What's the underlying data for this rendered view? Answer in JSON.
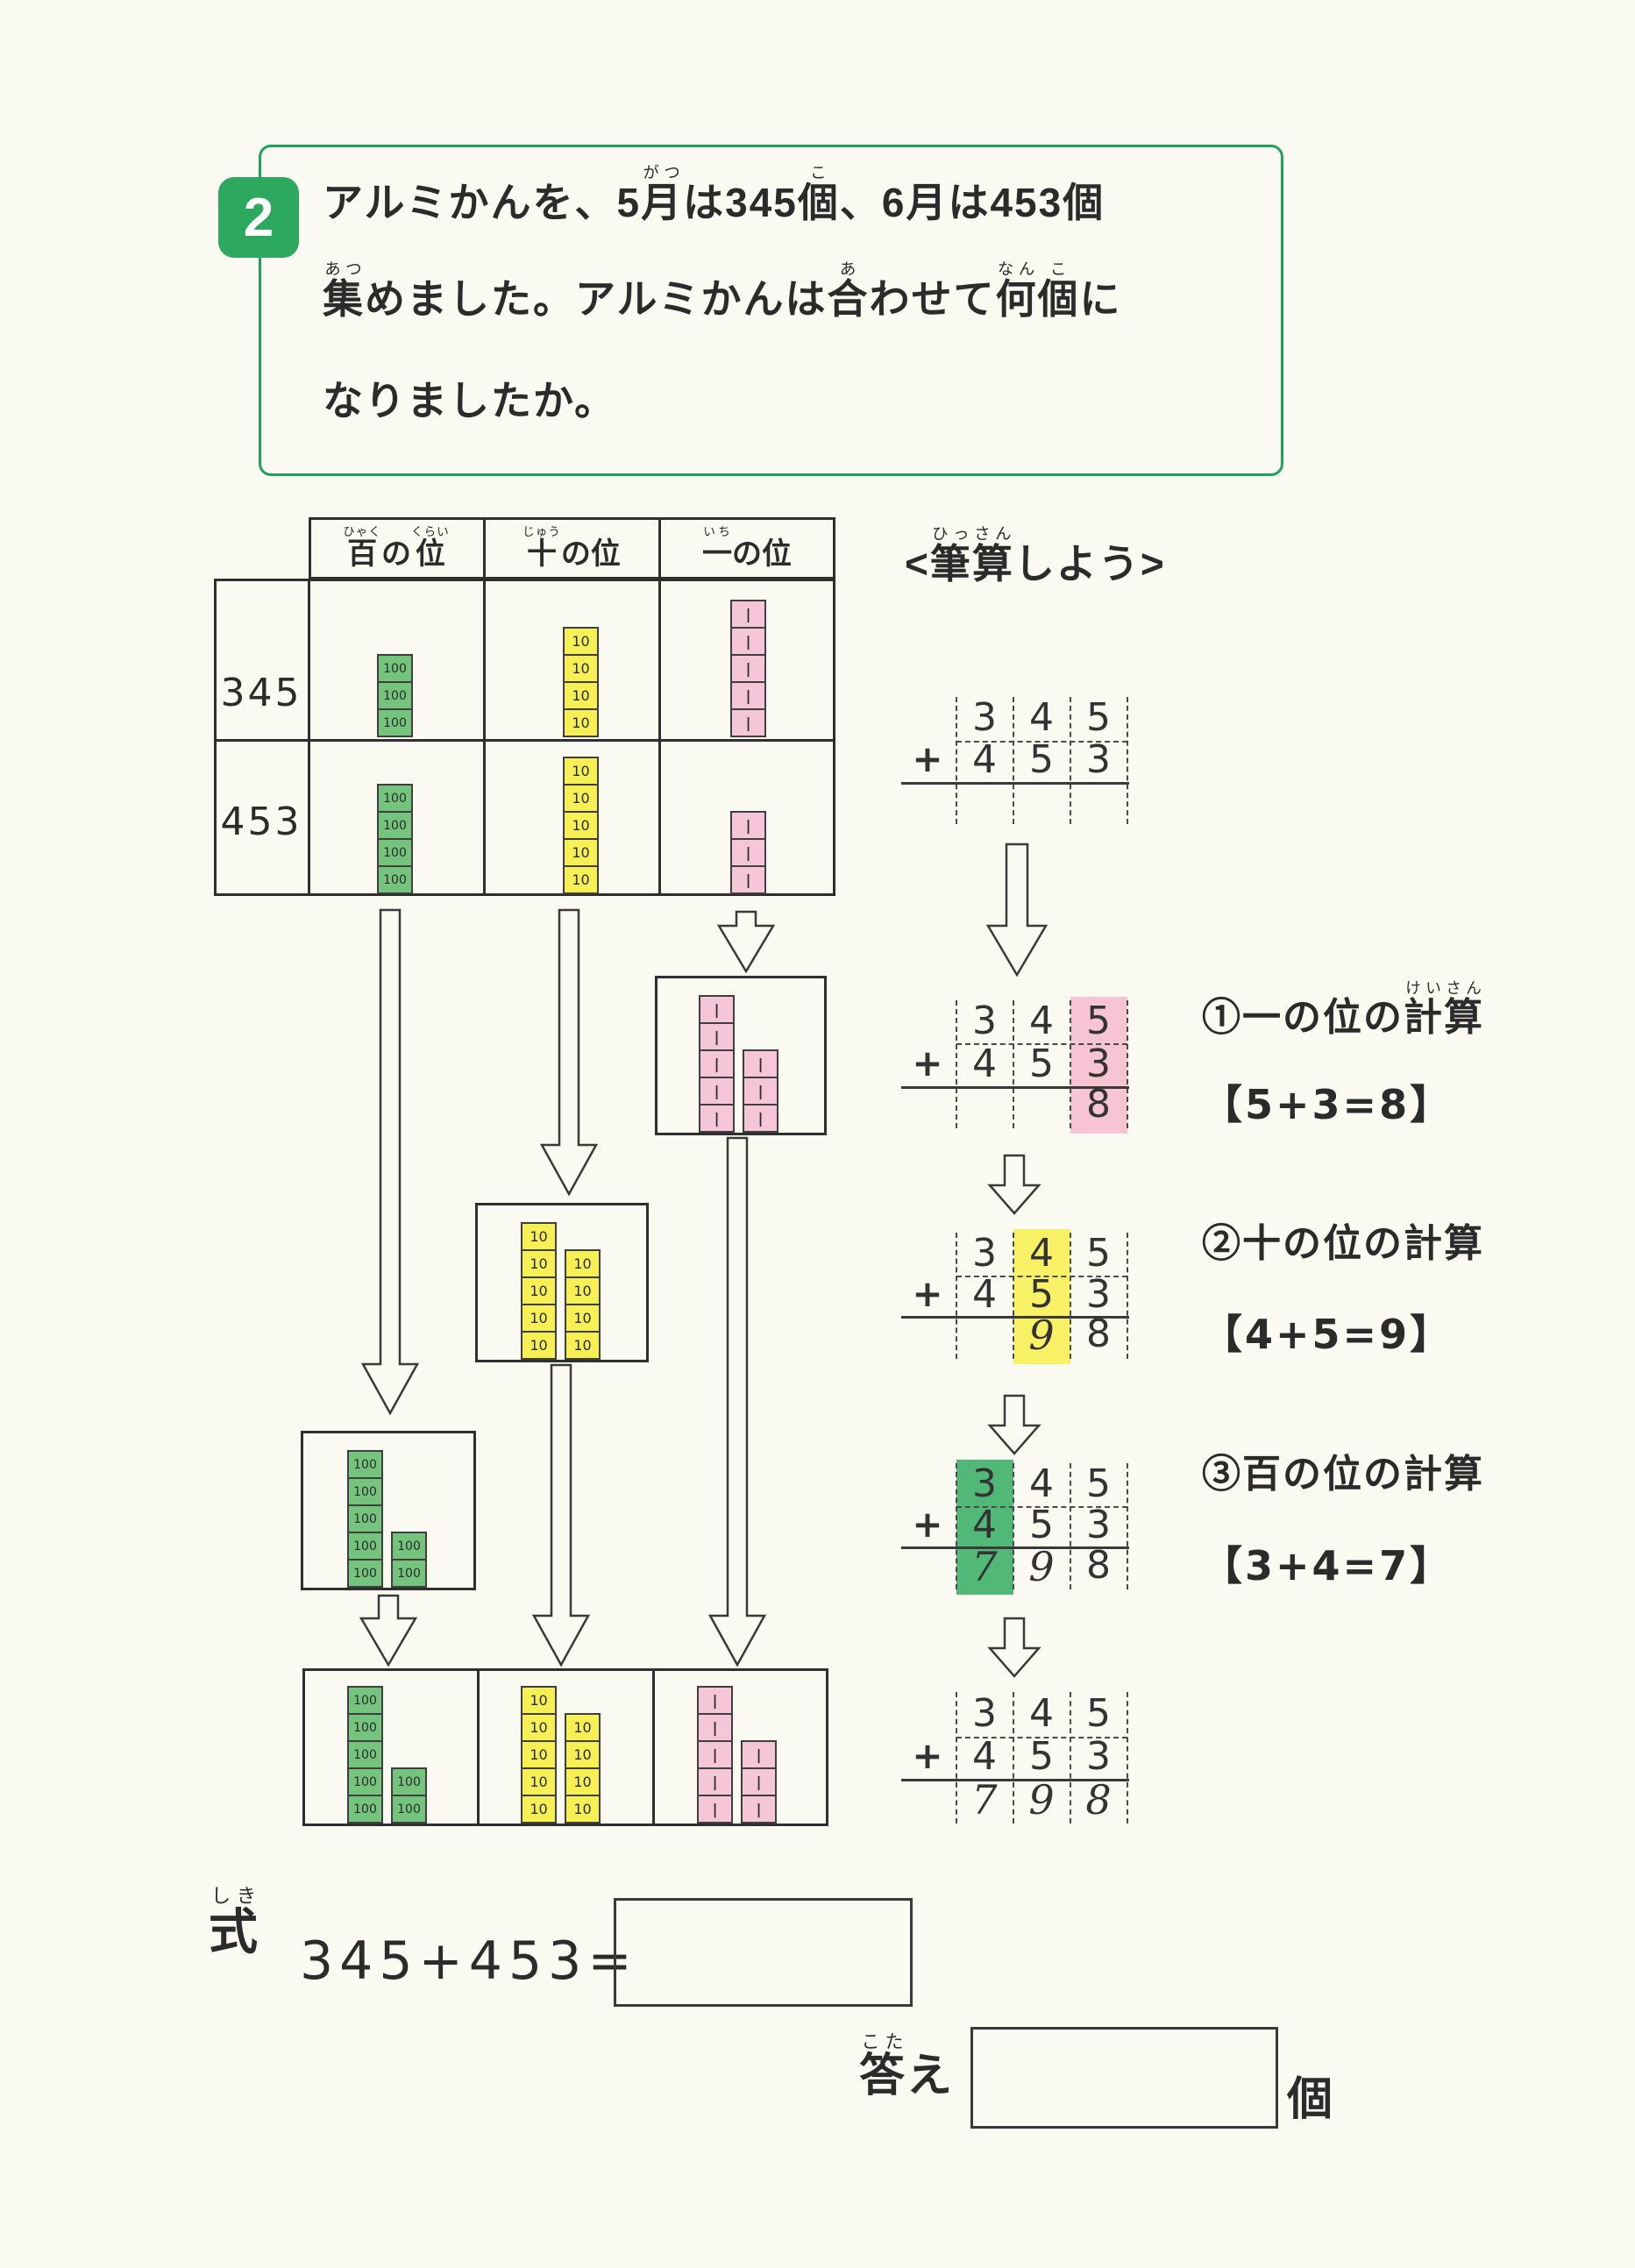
{
  "page": {
    "background": "#fbfaf2"
  },
  "problem": {
    "badge": "2",
    "border_color": "#1ea35e",
    "badge_color": "#2ca95e",
    "lines": [
      {
        "segments": [
          {
            "t": "アルミかんを、5"
          },
          {
            "t": "月",
            "r": "がつ"
          },
          {
            "t": "は345"
          },
          {
            "t": "個",
            "r": "こ"
          },
          {
            "t": "、6月は453個"
          }
        ]
      },
      {
        "segments": [
          {
            "t": "集",
            "r": "あつ"
          },
          {
            "t": "めました。アルミかんは"
          },
          {
            "t": "合",
            "r": "あ"
          },
          {
            "t": "わせて"
          },
          {
            "t": "何",
            "r": "なん"
          },
          {
            "t": "個",
            "r": "こ"
          },
          {
            "t": "に"
          }
        ]
      },
      {
        "segments": [
          {
            "t": "なりましたか。"
          }
        ]
      }
    ]
  },
  "place_table": {
    "headers": [
      {
        "segments": [
          {
            "t": "百",
            "r": "ひゃく"
          },
          {
            "t": "の"
          },
          {
            "t": "位",
            "r": "くらい"
          }
        ]
      },
      {
        "segments": [
          {
            "t": "十",
            "r": "じゅう"
          },
          {
            "t": "の位"
          }
        ]
      },
      {
        "segments": [
          {
            "t": "一",
            "r": "いち"
          },
          {
            "t": "の位"
          }
        ]
      }
    ],
    "rows": [
      {
        "label": "345",
        "hundreds": 3,
        "tens": 4,
        "ones": 5
      },
      {
        "label": "453",
        "hundreds": 4,
        "tens": 5,
        "ones": 3
      }
    ]
  },
  "blocks": {
    "hundred_label": "100",
    "ten_label": "10",
    "one_label": "|",
    "green": "#74c47e",
    "yellow": "#f6f055",
    "pink": "#f4c6d7"
  },
  "regroup": {
    "ones": {
      "stacks": [
        5,
        3
      ]
    },
    "tens": {
      "stacks": [
        5,
        4
      ]
    },
    "hundreds": {
      "stacks": [
        5,
        2
      ]
    },
    "final": {
      "hundreds": [
        5,
        2
      ],
      "tens": [
        5,
        4
      ],
      "ones": [
        5,
        3
      ]
    }
  },
  "hissan": {
    "heading": {
      "open": "<",
      "segments": [
        {
          "t": "筆算",
          "r": "ひっさん"
        },
        {
          "t": "しよう"
        }
      ],
      "close": ">"
    },
    "plus": "+",
    "highlight_colors": {
      "hundreds": "#52b878",
      "tens": "#f8f165",
      "ones": "#f6c4d3"
    },
    "grids": [
      {
        "row1": [
          "3",
          "4",
          "5"
        ],
        "row2": [
          "4",
          "5",
          "3"
        ],
        "sum": null,
        "sum_hw": null,
        "highlight": null
      },
      {
        "row1": [
          "3",
          "4",
          "5"
        ],
        "row2": [
          "4",
          "5",
          "3"
        ],
        "sum": [
          "",
          "",
          "8"
        ],
        "sum_hw": [
          false,
          false,
          false
        ],
        "highlight": "ones"
      },
      {
        "row1": [
          "3",
          "4",
          "5"
        ],
        "row2": [
          "4",
          "5",
          "3"
        ],
        "sum": [
          "",
          "9",
          "8"
        ],
        "sum_hw": [
          false,
          true,
          false
        ],
        "highlight": "tens"
      },
      {
        "row1": [
          "3",
          "4",
          "5"
        ],
        "row2": [
          "4",
          "5",
          "3"
        ],
        "sum": [
          "7",
          "9",
          "8"
        ],
        "sum_hw": [
          true,
          true,
          false
        ],
        "highlight": "hundreds"
      },
      {
        "row1": [
          "3",
          "4",
          "5"
        ],
        "row2": [
          "4",
          "5",
          "3"
        ],
        "sum": [
          "7",
          "9",
          "8"
        ],
        "sum_hw": [
          true,
          true,
          true
        ],
        "highlight": null
      }
    ],
    "steps": [
      {
        "label_segments": [
          {
            "t": "①一の位の"
          },
          {
            "t": "計算",
            "r": "けいさん"
          }
        ],
        "formula": "【5+3=8】"
      },
      {
        "label_segments": [
          {
            "t": "②十の位の計算"
          }
        ],
        "formula": "【4+5=9】"
      },
      {
        "label_segments": [
          {
            "t": "③百の位の計算"
          }
        ],
        "formula": "【3+4=7】"
      }
    ]
  },
  "answers": {
    "shiki": [
      {
        "t": "式",
        "r": "しき"
      }
    ],
    "equation": "345+453=",
    "kotae": [
      {
        "t": "答",
        "r": "こた"
      },
      {
        "t": "え"
      }
    ],
    "unit": "個"
  }
}
